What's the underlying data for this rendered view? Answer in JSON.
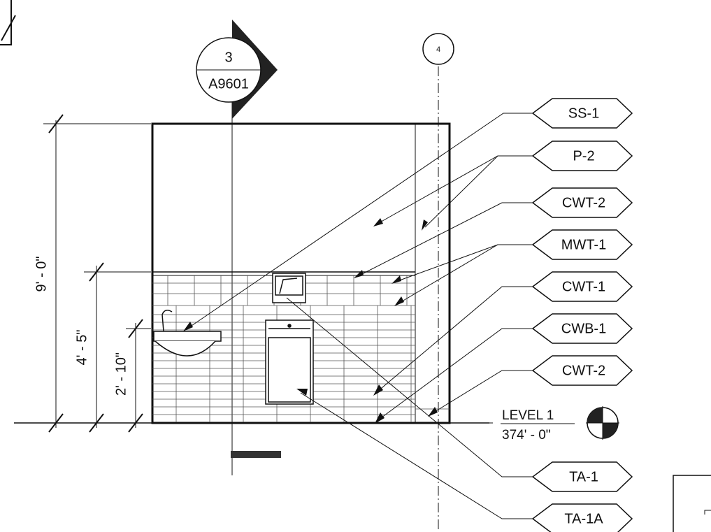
{
  "section_marker": {
    "number": "3",
    "sheet": "A9601"
  },
  "grid_bubble": {
    "label": "4"
  },
  "dimensions": {
    "overall_height": "9' - 0\"",
    "wainscot_height": "4' - 5\"",
    "counter_height": "2' - 10\""
  },
  "level_marker": {
    "name": "LEVEL 1",
    "elevation": "374' - 0\""
  },
  "material_tags": [
    {
      "label": "SS-1"
    },
    {
      "label": "P-2"
    },
    {
      "label": "CWT-2"
    },
    {
      "label": "MWT-1"
    },
    {
      "label": "CWT-1"
    },
    {
      "label": "CWB-1"
    },
    {
      "label": "CWT-2"
    },
    {
      "label": "TA-1"
    },
    {
      "label": "TA-1A"
    }
  ],
  "colors": {
    "line": "#111111",
    "background": "#ffffff"
  }
}
